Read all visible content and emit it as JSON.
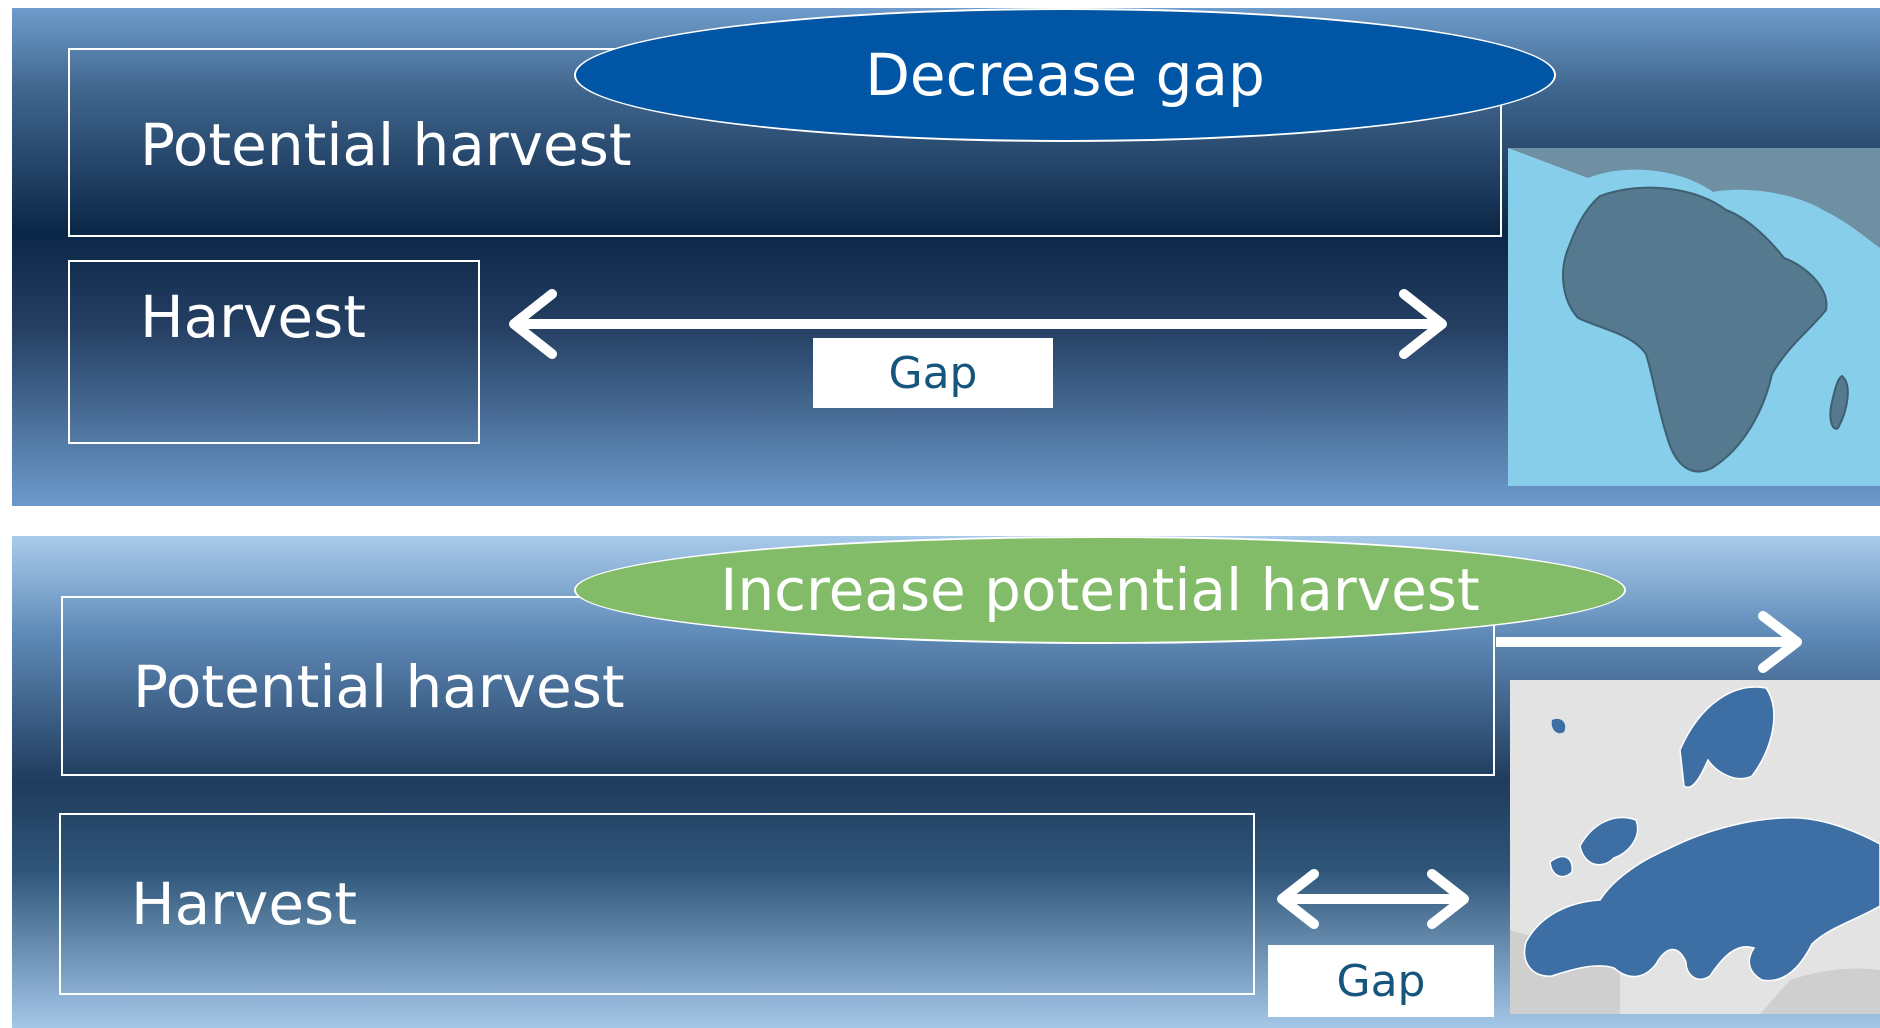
{
  "top": {
    "callout": "Decrease gap",
    "potential_label": "Potential harvest",
    "harvest_label": "Harvest",
    "gap_label": "Gap",
    "map_icon": "africa-map",
    "callout_color": "#0055a5"
  },
  "bottom": {
    "callout": "Increase potential harvest",
    "potential_label": "Potential harvest",
    "harvest_label": "Harvest",
    "gap_label": "Gap",
    "map_icon": "europe-map",
    "callout_color": "#82bc68"
  },
  "colors": {
    "map_sea": "#87ceeb",
    "africa_land": "#55798e",
    "europe_land": "#3d6fa4",
    "europe_background": "#e3e3e3"
  }
}
